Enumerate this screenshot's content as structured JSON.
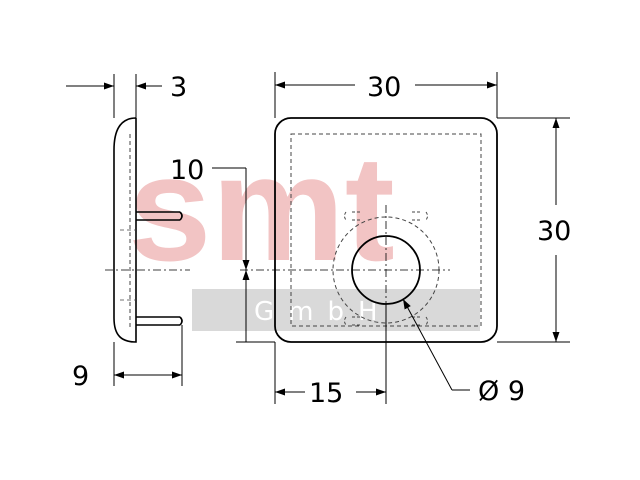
{
  "drawing": {
    "watermark": {
      "brand": "smt",
      "sub": "GmbH",
      "brand_color": "#f2c4c4",
      "band_color": "#d9d9d9"
    },
    "dimensions": {
      "thickness": "3",
      "width": "30",
      "height": "30",
      "offset_vertical": "10",
      "offset_horizontal": "15",
      "hole_diameter": "Ø 9",
      "pin_length": "9"
    },
    "colors": {
      "line": "#000000",
      "hidden_line": "#444444"
    }
  }
}
